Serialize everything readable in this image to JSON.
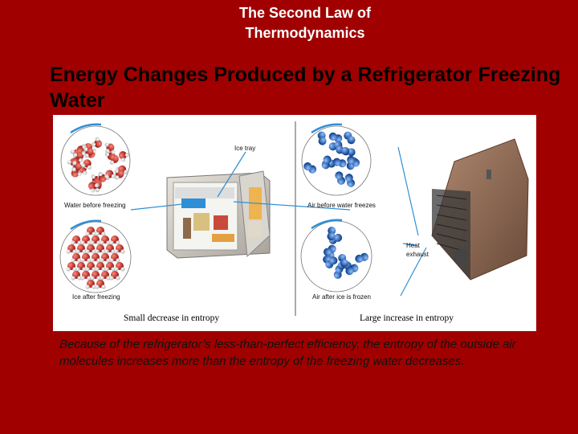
{
  "slide": {
    "title": "The Second Law of Thermodynamics",
    "subtitle": "Energy Changes Produced by a Refrigerator Freezing Water",
    "caption": "Because of the refrigerator’s less-than-perfect efficiency, the entropy of the outside air molecules increases more than the entropy of the freezing water decreases."
  },
  "figure": {
    "label_ice_tray": "Ice tray",
    "label_water_before": "Water before freezing",
    "label_ice_after": "Ice after freezing",
    "label_air_before": "Air before water freezes",
    "label_air_after": "Air after ice is frozen",
    "label_heat_exhaust": "Heat exhaust",
    "label_small_decrease": "Small decrease in entropy",
    "label_large_increase": "Large increase in entropy"
  },
  "colors": {
    "background": "#a00000",
    "water_molecule_red": "#c8282a",
    "air_molecule_blue": "#1e63b8",
    "arrow_blue": "#2f8fd6"
  }
}
